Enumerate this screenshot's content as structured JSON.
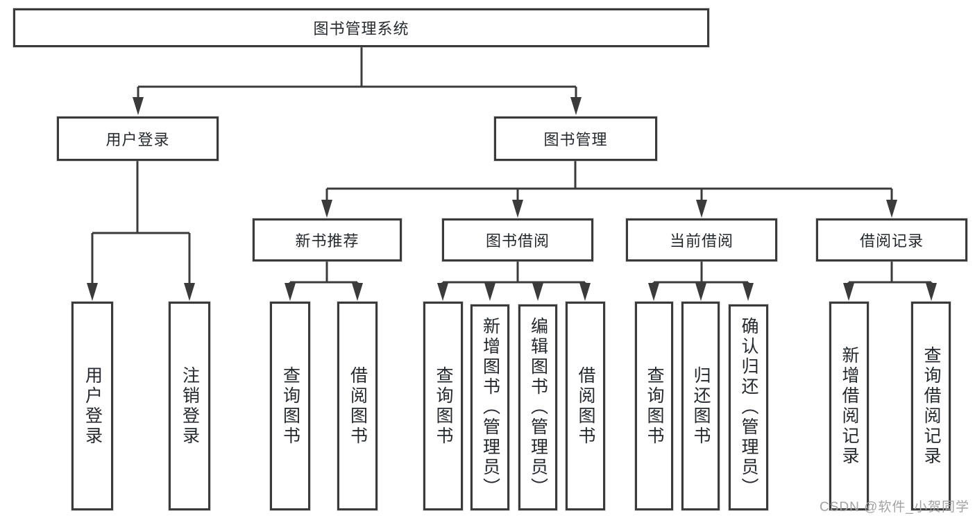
{
  "diagram": {
    "root_label": "图书管理系统",
    "login_branch": {
      "label": "用户登录",
      "children": [
        {
          "label": "用户登录"
        },
        {
          "label": "注销登录"
        }
      ]
    },
    "mgmt_branch": {
      "label": "图书管理",
      "sections": [
        {
          "label": "新书推荐",
          "children": [
            {
              "label": "查询图书"
            },
            {
              "label": "借阅图书"
            }
          ]
        },
        {
          "label": "图书借阅",
          "children": [
            {
              "label": "查询图书"
            },
            {
              "label": "新增图书（管理员）"
            },
            {
              "label": "编辑图书（管理员）"
            },
            {
              "label": "借阅图书"
            }
          ]
        },
        {
          "label": "当前借阅",
          "children": [
            {
              "label": "查询图书"
            },
            {
              "label": "归还图书"
            },
            {
              "label": "确认归还（管理员）"
            }
          ]
        },
        {
          "label": "借阅记录",
          "children": [
            {
              "label": "新增借阅记录"
            },
            {
              "label": "查询借阅记录"
            }
          ]
        }
      ]
    }
  },
  "watermark": {
    "text": "CSDN @软件_小贺同学"
  },
  "colors": {
    "line": "#3b3b3b",
    "box_border": "#3a3a3a",
    "box_bg": "#ffffff",
    "text": "#25282d",
    "watermark": "#a3a3a3"
  }
}
